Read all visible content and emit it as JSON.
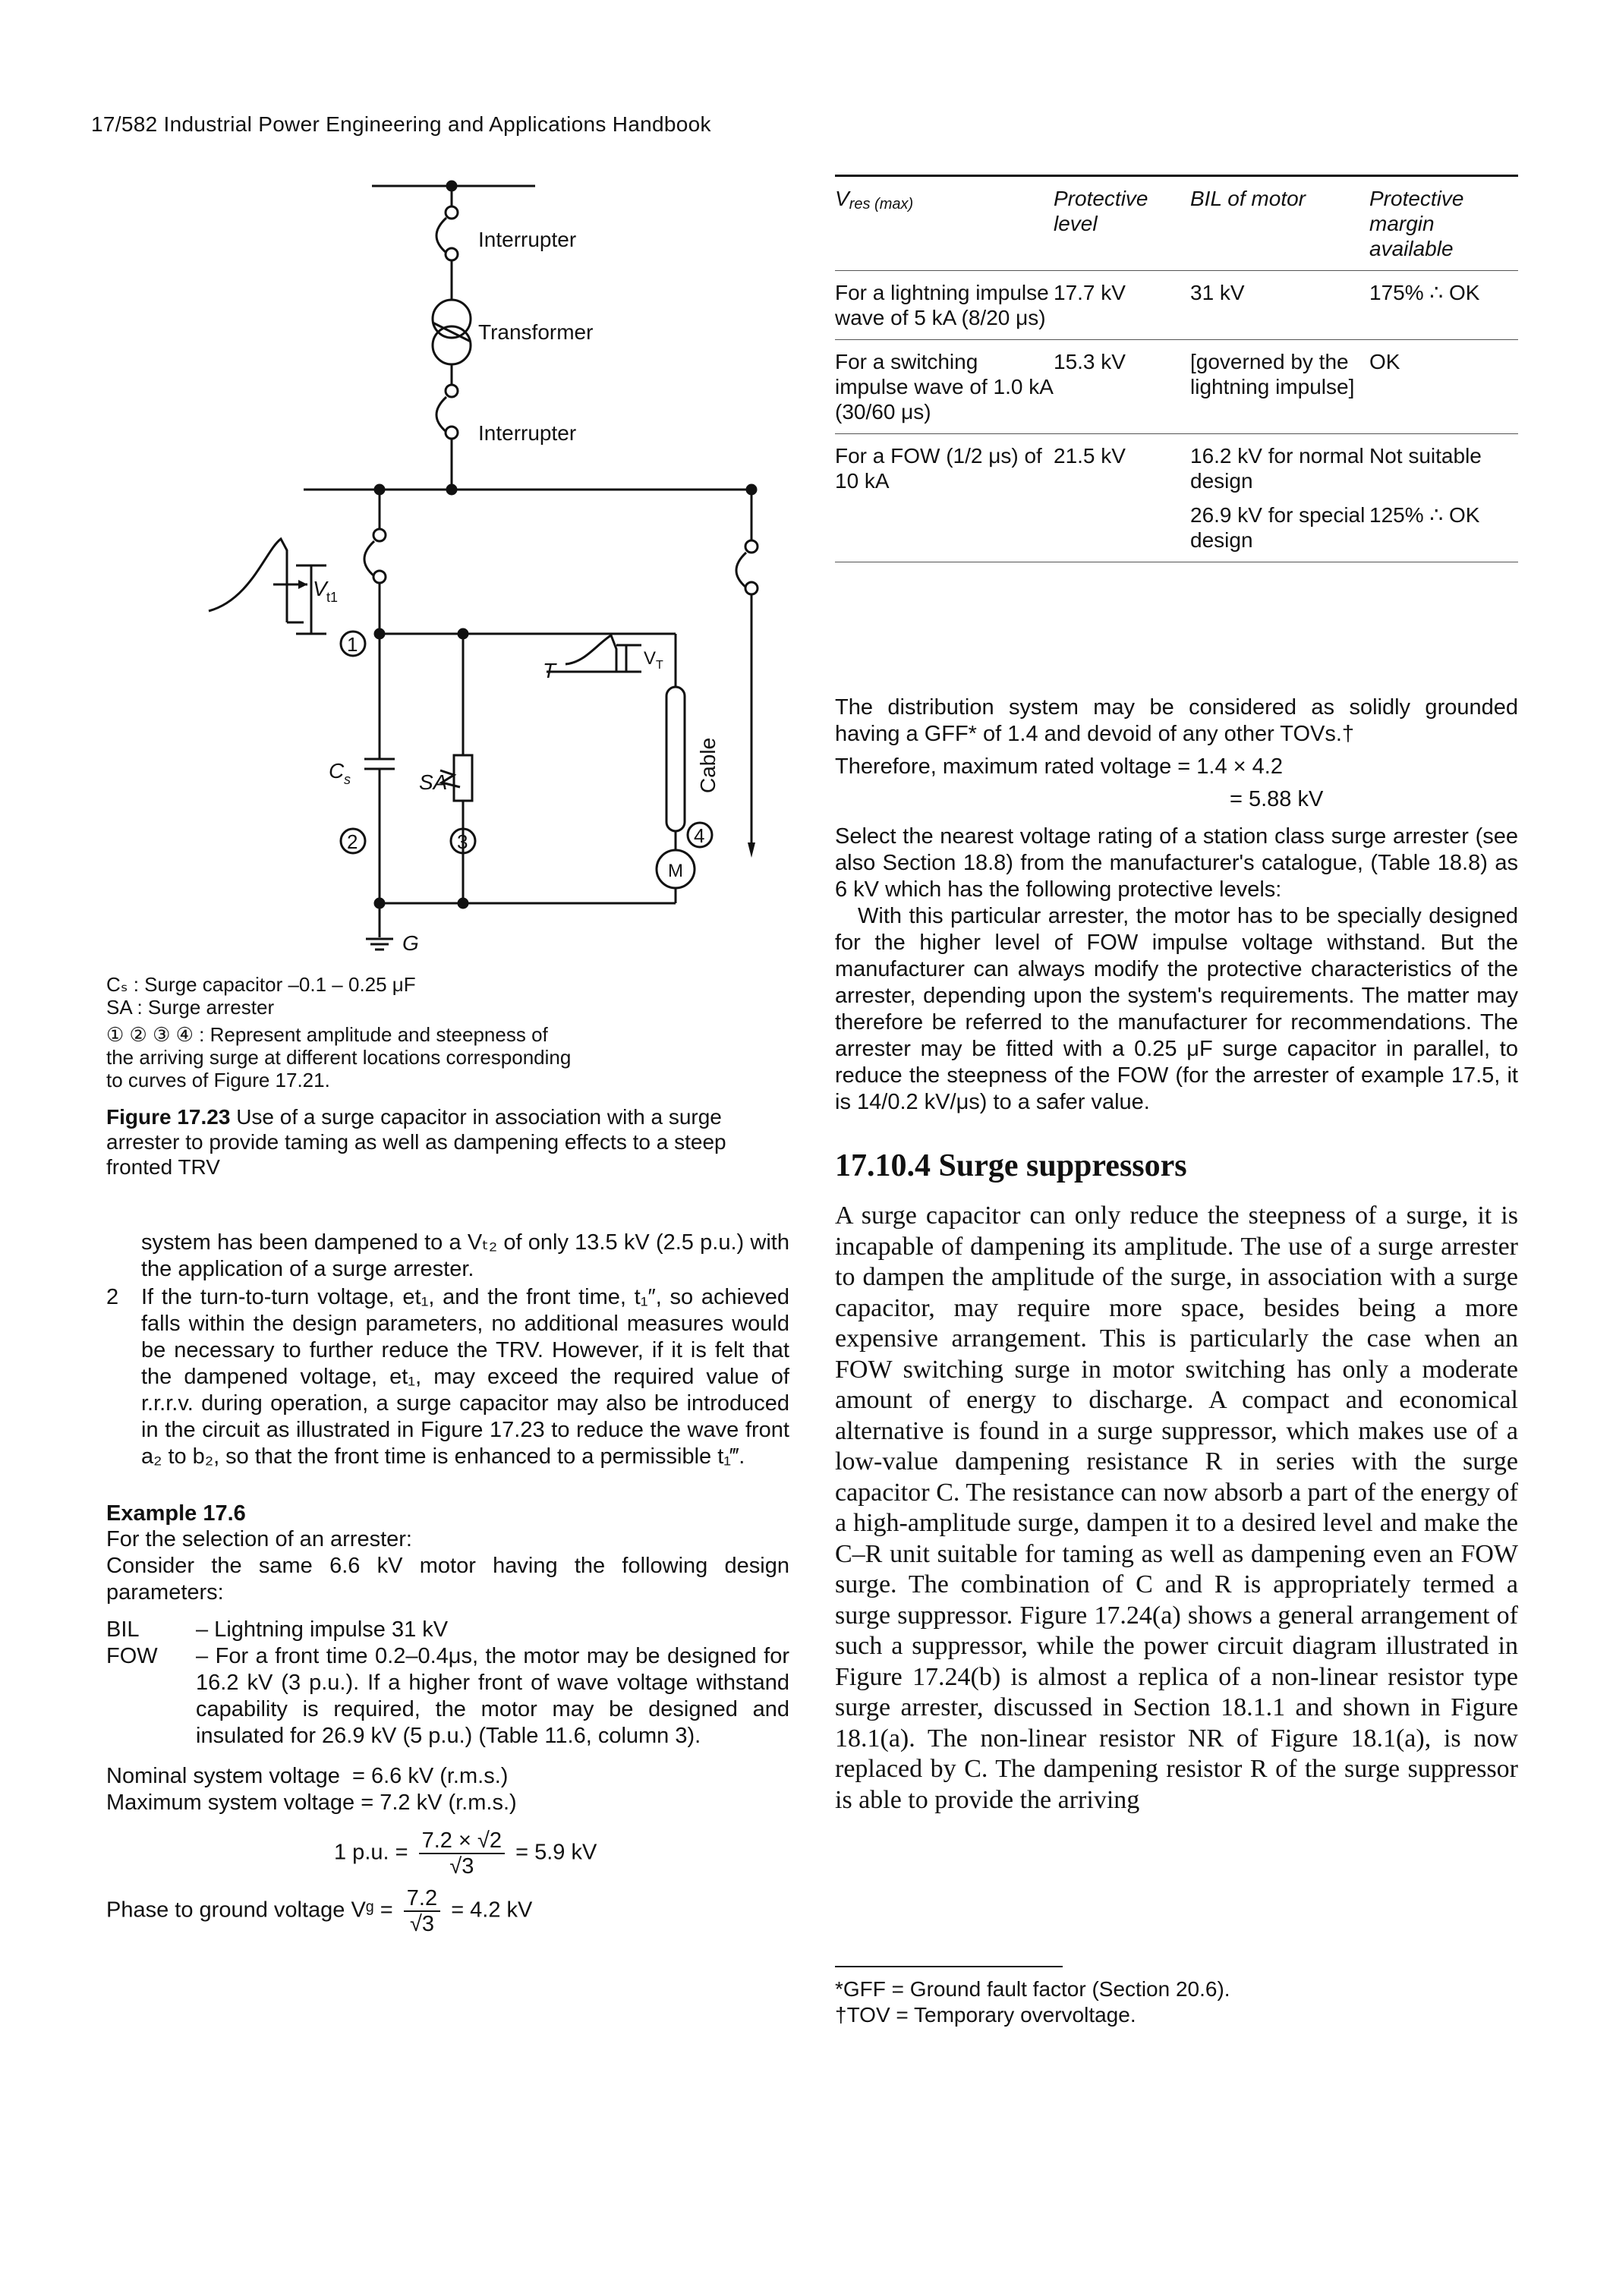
{
  "header": "17/582 Industrial Power Engineering and Applications Handbook",
  "figure": {
    "labels": {
      "interrupter_top": "Interrupter",
      "transformer": "Transformer",
      "interrupter_bottom": "Interrupter",
      "vt1": "V",
      "vt1_sub": "t1",
      "vt": "V",
      "vt_sub": "T",
      "t_label": "T",
      "cs": "C",
      "cs_sub": "s",
      "sa": "SA",
      "cable": "Cable",
      "motor": "M",
      "ground": "G",
      "n1": "1",
      "n2": "2",
      "n3": "3",
      "n4": "4"
    },
    "legend": [
      "Cₛ : Surge capacitor –0.1 – 0.25 μF",
      "SA : Surge arrester",
      "① ② ③ ④ : Represent amplitude and steepness of",
      "the arriving surge at different locations corresponding",
      "to curves of Figure 17.21."
    ],
    "caption_label": "Figure 17.23",
    "caption_text": "Use of a surge capacitor in association with a surge arrester to provide taming as well as dampening effects to a steep fronted TRV"
  },
  "left": {
    "p_cont": "system has been dampened to a Vₜ₂ of only 13.5 kV (2.5 p.u.) with the application of a surge arrester.",
    "item2_num": "2",
    "item2": "If the turn-to-turn voltage, et₁, and the front time, t₁″, so achieved falls within the design parameters, no additional measures would be necessary to further reduce the TRV. However, if it is felt that the dampened voltage, et₁, may exceed the required value of r.r.r.v. during operation, a surge capacitor may also be introduced in the circuit as illustrated in Figure 17.23 to reduce the wave front a₂ to b₂, so that the front time is enhanced to a permissible t₁‴.",
    "example_title": "Example 17.6",
    "example_l1": "For the selection of an arrester:",
    "example_l2": "Consider the same 6.6 kV motor having the following design parameters:",
    "bil_k": "BIL",
    "bil_v": "– Lightning impulse 31 kV",
    "fow_k": "FOW",
    "fow_v": "– For a front time 0.2–0.4μs, the motor may be designed for 16.2 kV (3 p.u.). If a higher front of wave voltage withstand capability is required, the motor may be designed and insulated for 26.9 kV (5 p.u.) (Table 11.6, column 3).",
    "nominal": "Nominal system voltage  = 6.6 kV (r.m.s.)",
    "maximum": "Maximum system voltage = 7.2 kV (r.m.s.)",
    "pu_lhs": "1 p.u. =",
    "pu_num": "7.2 × √2",
    "pu_den": "√3",
    "pu_rhs": "= 5.9 kV",
    "pg_lhs": "Phase to ground voltage Vᵍ =",
    "pg_num": "7.2",
    "pg_den": "√3",
    "pg_rhs": "= 4.2 kV"
  },
  "table": {
    "headers": [
      "V",
      "Protective level",
      "BIL of motor",
      "Protective margin available"
    ],
    "header_sub": "res (max)",
    "rows": [
      [
        "For a lightning impulse wave of 5 kA (8/20 μs)",
        "17.7 kV",
        "31  kV",
        "175% ∴ OK"
      ],
      [
        "For a switching impulse wave of 1.0 kA (30/60 μs)",
        "15.3 kV",
        "[governed by the lightning impulse]",
        "OK"
      ],
      [
        "For a FOW (1/2 μs) of 10 kA",
        "21.5 kV",
        "16.2 kV for normal design",
        "Not suitable"
      ],
      [
        "",
        "",
        "26.9 kV for special design",
        "125% ∴ OK"
      ]
    ]
  },
  "right": {
    "p1": "The distribution system may be considered as solidly grounded having a GFF* of 1.4 and devoid of any other TOVs.†",
    "p2": "Therefore, maximum rated voltage = 1.4 × 4.2",
    "p3": "= 5.88 kV",
    "p4": "Select the nearest voltage rating of a station class surge arrester (see also Section 18.8) from the manufacturer's catalogue, (Table 18.8) as 6 kV which has the following protective levels:",
    "p5": "With this particular arrester, the motor has to be specially designed for the higher level of FOW impulse voltage withstand. But the manufacturer can always modify the protective characteristics of the arrester, depending upon the system's requirements. The matter may therefore be referred to the manufacturer for recommendations. The arrester may be fitted with a 0.25 μF surge capacitor in parallel, to reduce the steepness of the FOW (for the arrester of example 17.5, it is 14/0.2 kV/μs) to a safer value.",
    "section_title": "17.10.4 Surge suppressors",
    "sp": "A surge capacitor can only reduce the steepness of a surge, it is incapable of dampening its amplitude. The use of a surge arrester to dampen the amplitude of the surge, in association with a surge capacitor, may require more space, besides being a more expensive arrangement. This is particularly the case when an FOW switching surge in motor switching has only a moderate amount of energy to discharge. A compact and economical alternative is found in a surge suppressor, which makes use of a low-value dampening resistance R in series with the surge capacitor C. The resistance can now absorb a part of the energy of a high-amplitude surge, dampen it to a desired level and make the C–R unit suitable for taming as well as dampening even an FOW surge. The combination of C and R is appropriately termed a surge suppressor. Figure 17.24(a) shows a general arrangement of such a suppressor, while the power circuit diagram illustrated in Figure 17.24(b) is almost a replica of a non-linear resistor type surge arrester, discussed in Section 18.1.1 and shown in Figure 18.1(a). The non-linear resistor NR of Figure 18.1(a), is now replaced by C. The dampening resistor R of the surge suppressor is able to provide the arriving",
    "fn1": "*GFF = Ground fault factor (Section 20.6).",
    "fn2": "†TOV = Temporary overvoltage."
  }
}
